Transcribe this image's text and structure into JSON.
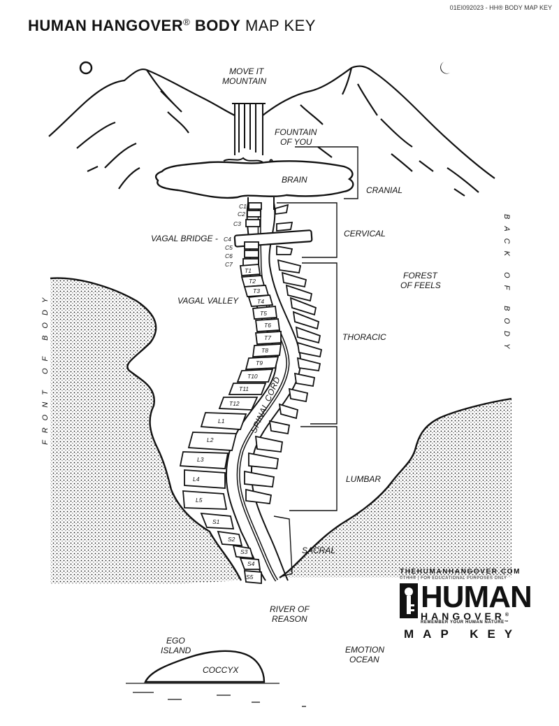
{
  "document_id": "01EI092023 - HH® BODY MAP KEY",
  "title": {
    "bold": "HUMAN HANGOVER",
    "reg": "®",
    "bold2": "BODY",
    "rest": "MAP KEY"
  },
  "labels": {
    "move_it_1": "MOVE IT",
    "move_it_2": "MOUNTAIN",
    "fountain_1": "FOUNTAIN",
    "fountain_2": "OF YOU",
    "brain": "BRAIN",
    "cranial": "CRANIAL",
    "cervical": "CERVICAL",
    "vagal_bridge": "VAGAL BRIDGE  -",
    "forest_1": "FOREST",
    "forest_2": "OF FEELS",
    "vagal_valley": "VAGAL VALLEY",
    "thoracic": "THORACIC",
    "spinal_cord": "SPINAL CORD",
    "lumbar": "LUMBAR",
    "sacral": "SACRAL",
    "river_1": "RIVER OF",
    "river_2": "REASON",
    "ego_1": "EGO",
    "ego_2": "ISLAND",
    "coccyx": "COCCYX",
    "emotion_1": "EMOTION",
    "emotion_2": "OCEAN",
    "front_of_body": "FRONT OF BODY",
    "back_of_body": "BACK OF BODY"
  },
  "vertebrae": {
    "cervical": [
      "C1",
      "C2",
      "C3",
      "C4",
      "C5",
      "C6",
      "C7"
    ],
    "thoracic": [
      "T1",
      "T2",
      "T3",
      "T4",
      "T5",
      "T6",
      "T7",
      "T8",
      "T9",
      "T10",
      "T11",
      "T12"
    ],
    "lumbar": [
      "L1",
      "L2",
      "L3",
      "L4",
      "L5"
    ],
    "sacral": [
      "S1",
      "S2",
      "S3",
      "S4",
      "S5"
    ]
  },
  "brand": {
    "url": "THEHUMANHANGOVER.COM",
    "fine_print": "©THH® | FOR EDUCATIONAL PURPOSES ONLY",
    "human": "HUMAN",
    "hangover": "HANGOVER",
    "reg": "®",
    "tagline": "REMEMBER YOUR HUMAN NATURE™",
    "map_key": "MAP KEY"
  },
  "icons": [
    "sun-icon",
    "moon-icon",
    "key-icon"
  ]
}
